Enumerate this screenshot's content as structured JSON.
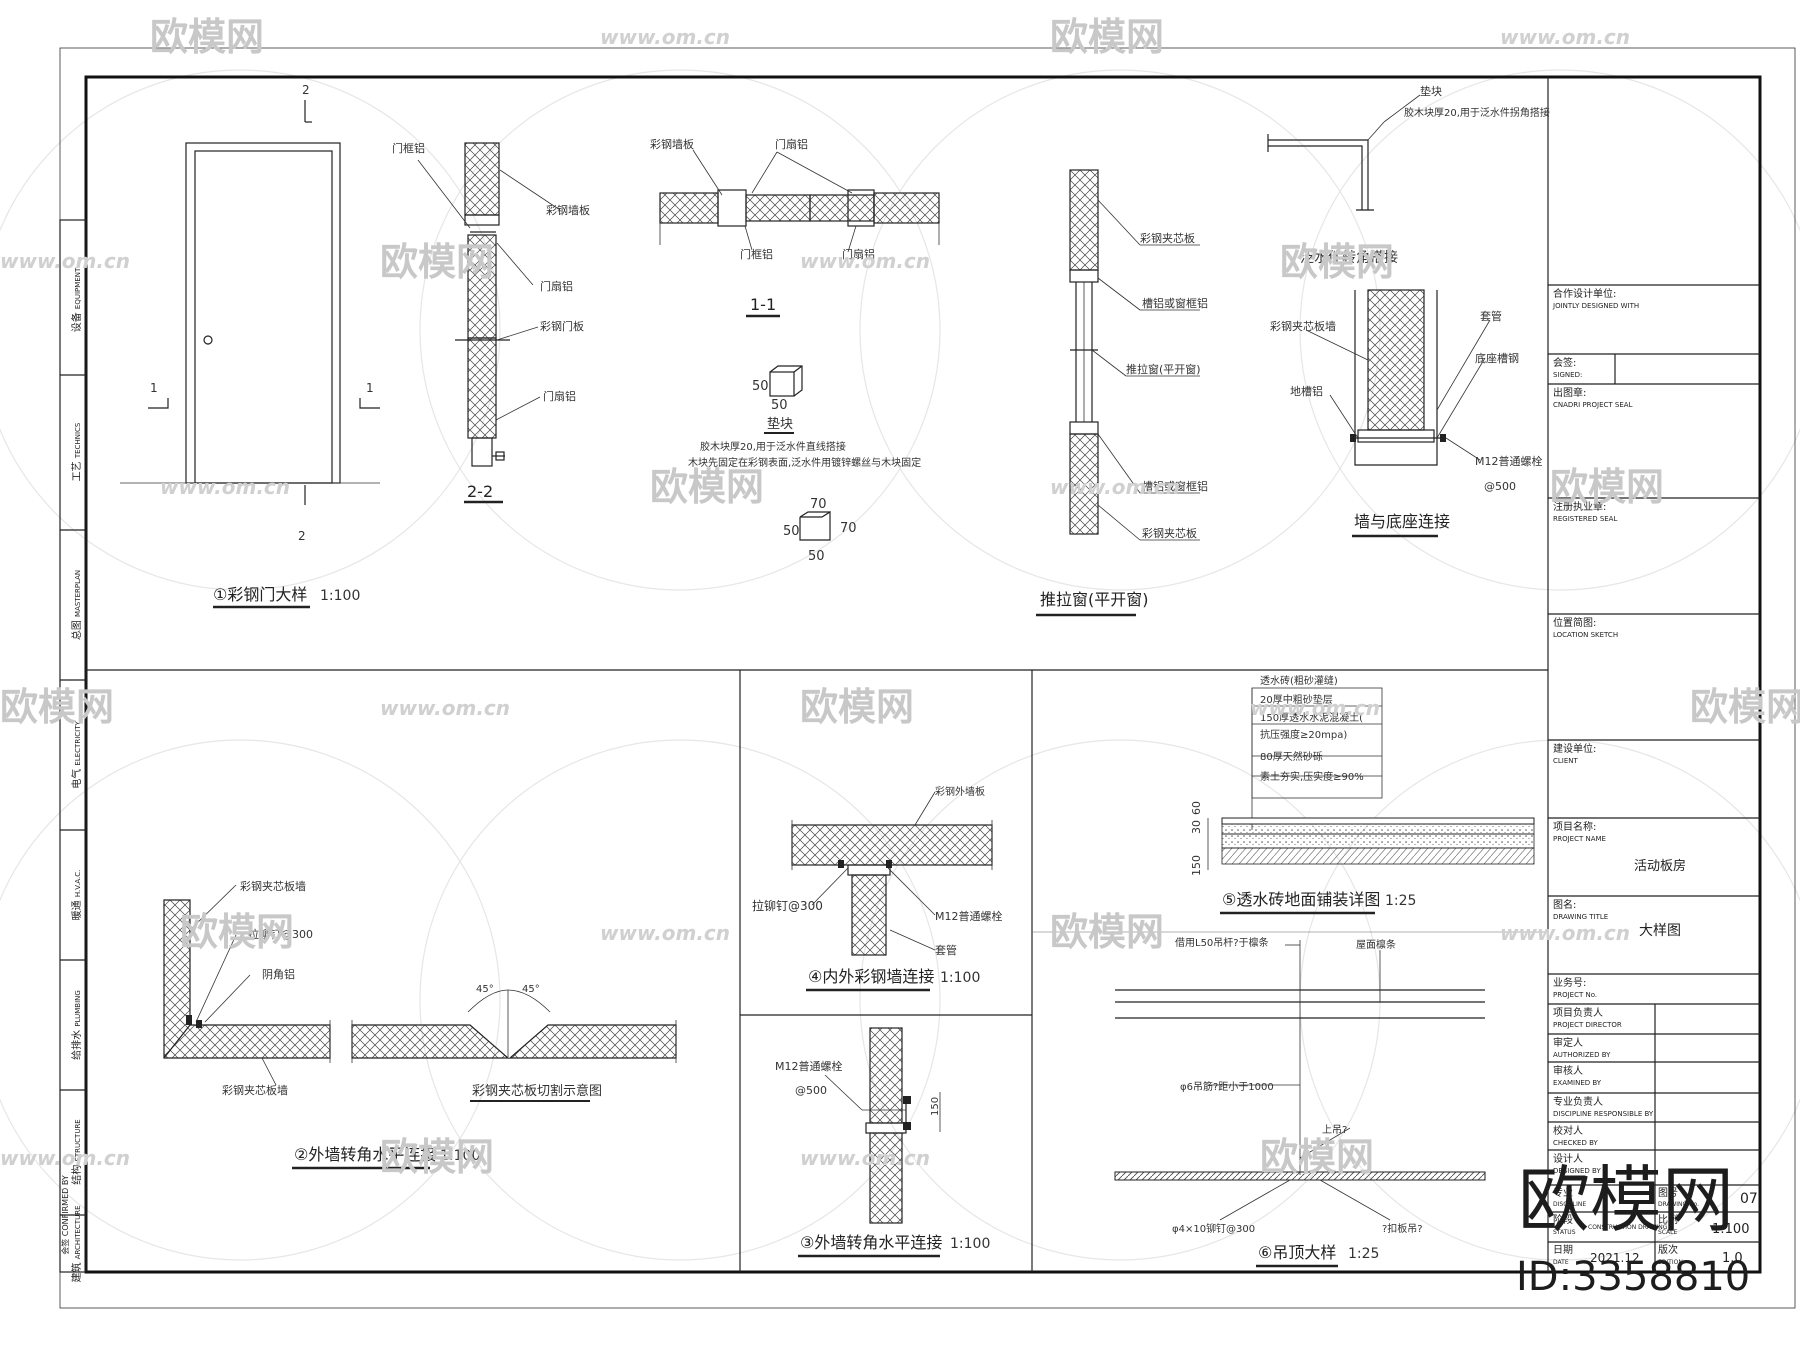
{
  "watermark": {
    "brand": "欧模网",
    "url": "www.om.cn",
    "big_brand": "欧模网",
    "id_label": "ID:3358810"
  },
  "left_strip": {
    "confirmed_by": "会签 CONFIRMED BY",
    "disciplines": [
      {
        "cn": "设备",
        "en": "EQUIPMENT"
      },
      {
        "cn": "工艺",
        "en": "TECHNICS"
      },
      {
        "cn": "总图",
        "en": "MASTERPLAN"
      },
      {
        "cn": "电气",
        "en": "ELECTRICITY"
      },
      {
        "cn": "暖通",
        "en": "H.V.A.C."
      },
      {
        "cn": "给排水",
        "en": "PLUMBING"
      },
      {
        "cn": "结构",
        "en": "STRUCTURE"
      },
      {
        "cn": "建筑",
        "en": "ARCHITECTURE"
      }
    ]
  },
  "title_block": {
    "jointly_designed": {
      "cn": "合作设计单位:",
      "en": "JOINTLY DESIGNED WITH"
    },
    "signed": {
      "cn": "会签:",
      "en": "SIGNED:"
    },
    "project_seal": {
      "cn": "出图章:",
      "en": "CNADRI PROJECT SEAL"
    },
    "registered_seal": {
      "cn": "注册执业章:",
      "en": "REGISTERED SEAL"
    },
    "location_sketch": {
      "cn": "位置简图:",
      "en": "LOCATION SKETCH"
    },
    "client": {
      "cn": "建设单位:",
      "en": "CLIENT"
    },
    "project_name": {
      "cn": "项目名称:",
      "en": "PROJECT NAME",
      "value": "活动板房"
    },
    "drawing_title": {
      "cn": "图名:",
      "en": "DRAWING TITLE",
      "value": "大样图"
    },
    "project_no": {
      "cn": "业务号:",
      "en": "PROJECT No."
    },
    "roles": [
      {
        "cn": "项目负责人",
        "en": "PROJECT DIRECTOR"
      },
      {
        "cn": "审定人",
        "en": "AUTHORIZED BY"
      },
      {
        "cn": "审核人",
        "en": "EXAMINED BY"
      },
      {
        "cn": "专业负责人",
        "en": "DISCIPLINE RESPONSIBLE BY"
      },
      {
        "cn": "校对人",
        "en": "CHECKED BY"
      },
      {
        "cn": "设计人",
        "en": "DESIGNED BY"
      }
    ],
    "bottom": {
      "discipline_cn": "专业",
      "discipline_en": "DISCIPLINE",
      "status_cn": "阶段",
      "status_en": "STATUS",
      "status_value": "CONSTRUCTION DRAWING",
      "date_cn": "日期",
      "date_en": "DATE",
      "date_value": "2021.12",
      "drawing_no_cn": "图号",
      "drawing_no_en": "DRAWING No.",
      "drawing_no_value": "07",
      "scale_cn": "比例",
      "scale_en": "SCALE",
      "scale_value": "1:100",
      "edition_cn": "版次",
      "edition_en": "EDITION",
      "edition_value": "1.0"
    }
  },
  "details": {
    "door": {
      "title": "①彩钢门大样",
      "scale": "1:100",
      "mark_top": "2",
      "mark_bottom": "2",
      "mark_left": "1",
      "mark_right": "1"
    },
    "section22": {
      "title": "2-2",
      "labels": [
        "门框铝",
        "彩钢墙板",
        "门扇铝",
        "彩钢门板",
        "门扇铝"
      ]
    },
    "section11": {
      "title": "1-1",
      "labels": [
        "彩钢墙板",
        "门扇铝",
        "门框铝",
        "门扇铝"
      ]
    },
    "pad": {
      "title": "垫块",
      "dims": [
        "50",
        "50"
      ],
      "notes": [
        "胶木块厚20,用于泛水件直线搭接",
        "木块先固定在彩钢表面,泛水件用镀锌螺丝与木块固定"
      ],
      "corner_dims": [
        "70",
        "50",
        "70",
        "50"
      ]
    },
    "window": {
      "title": "推拉窗(平开窗)",
      "labels": [
        "彩钢夹芯板",
        "槽铝或窗框铝",
        "推拉窗(平开窗)",
        "槽铝或窗框铝",
        "彩钢夹芯板"
      ]
    },
    "corner_pad": {
      "title": "垫块",
      "note": "胶木块厚20,用于泛水件拐角搭接",
      "label": "泛水件转角搭接"
    },
    "base": {
      "title": "墙与底座连接",
      "labels": [
        "彩钢夹芯板墙",
        "套管",
        "底座槽钢",
        "地槽铝",
        "M12普通螺栓",
        "@500"
      ]
    },
    "ext_corner": {
      "title": "②外墙转角水平连接",
      "scale": "1:100",
      "labels": [
        "彩钢夹芯板墙",
        "拉铆钉@300",
        "阴角铝",
        "彩钢夹芯板墙"
      ]
    },
    "cut": {
      "title": "彩钢夹芯板切割示意图",
      "angles": [
        "45°",
        "45°"
      ]
    },
    "inner": {
      "title": "④内外彩钢墙连接",
      "scale": "1:100",
      "labels": [
        "彩钢外墙板",
        "拉铆钉@300",
        "M12普通螺栓",
        "套管"
      ]
    },
    "ext_corner3": {
      "title": "③外墙转角水平连接",
      "scale": "1:100",
      "labels": [
        "M12普通螺栓",
        "@500",
        "150"
      ]
    },
    "paving": {
      "title": "⑤透水砖地面铺装详图",
      "scale": "1:25",
      "layers": [
        "透水砖(粗砂灌缝)",
        "20厚中粗砂垫层",
        "150厚透水水泥混凝土(",
        "抗压强度≥20mpa)",
        "80厚天然砂砾",
        "素土夯实,压实度≥90%"
      ],
      "dims": [
        "150",
        "30",
        "60"
      ]
    },
    "ceiling": {
      "title": "⑥吊顶大样",
      "scale": "1:25",
      "labels": [
        "借用L50吊杆?于檩条",
        "屋面檩条",
        "φ6吊筋?距小于1000",
        "上吊?",
        "φ4×10铆钉@300",
        "?扣板吊?"
      ]
    }
  }
}
